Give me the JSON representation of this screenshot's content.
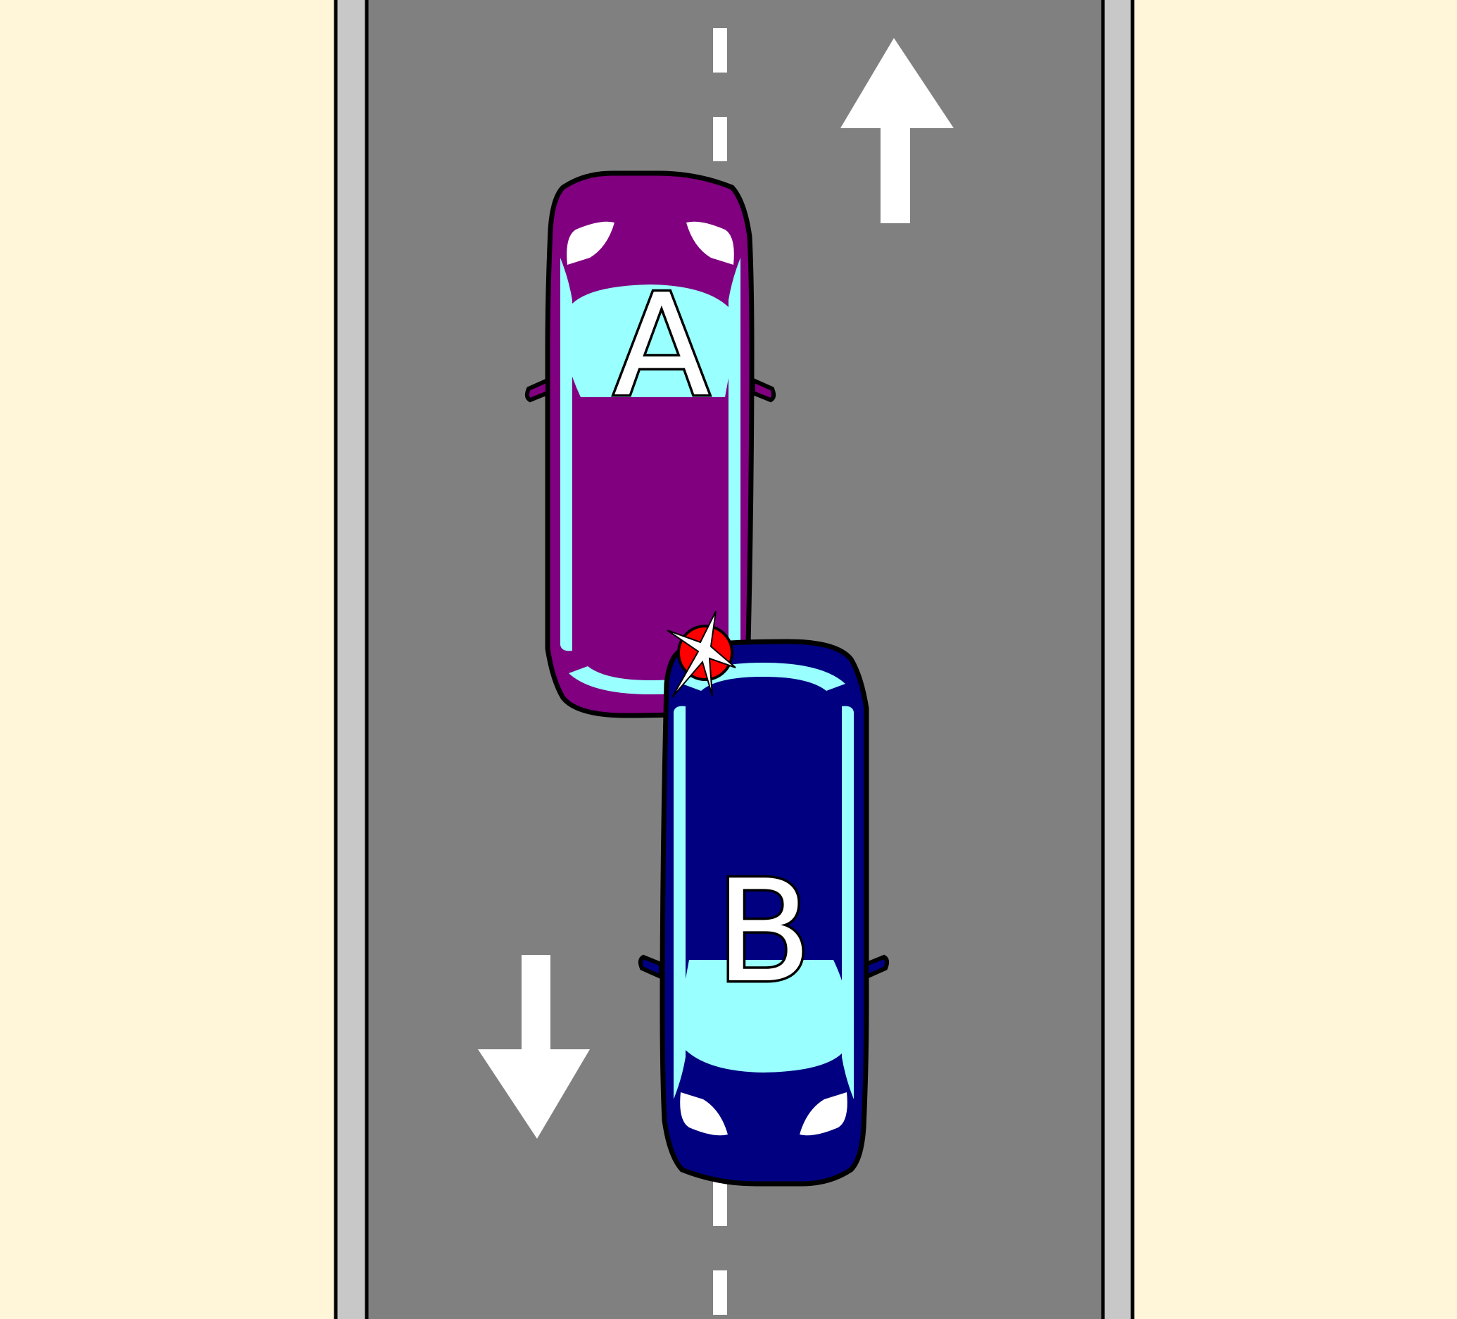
{
  "colors": {
    "ground": "#fff5d8",
    "road": "#808080",
    "curb": "#c8c8c8",
    "lane_marking": "#ffffff",
    "car_a_body": "#800080",
    "car_b_body": "#000080",
    "glass": "#99ffff",
    "impact": "#ff0000"
  },
  "icons": {
    "arrow_up": "arrow-up-icon",
    "arrow_down": "arrow-down-icon",
    "impact": "collision-star-icon"
  },
  "cars": {
    "a": {
      "label": "A",
      "heading": "up"
    },
    "b": {
      "label": "B",
      "heading": "down"
    }
  }
}
